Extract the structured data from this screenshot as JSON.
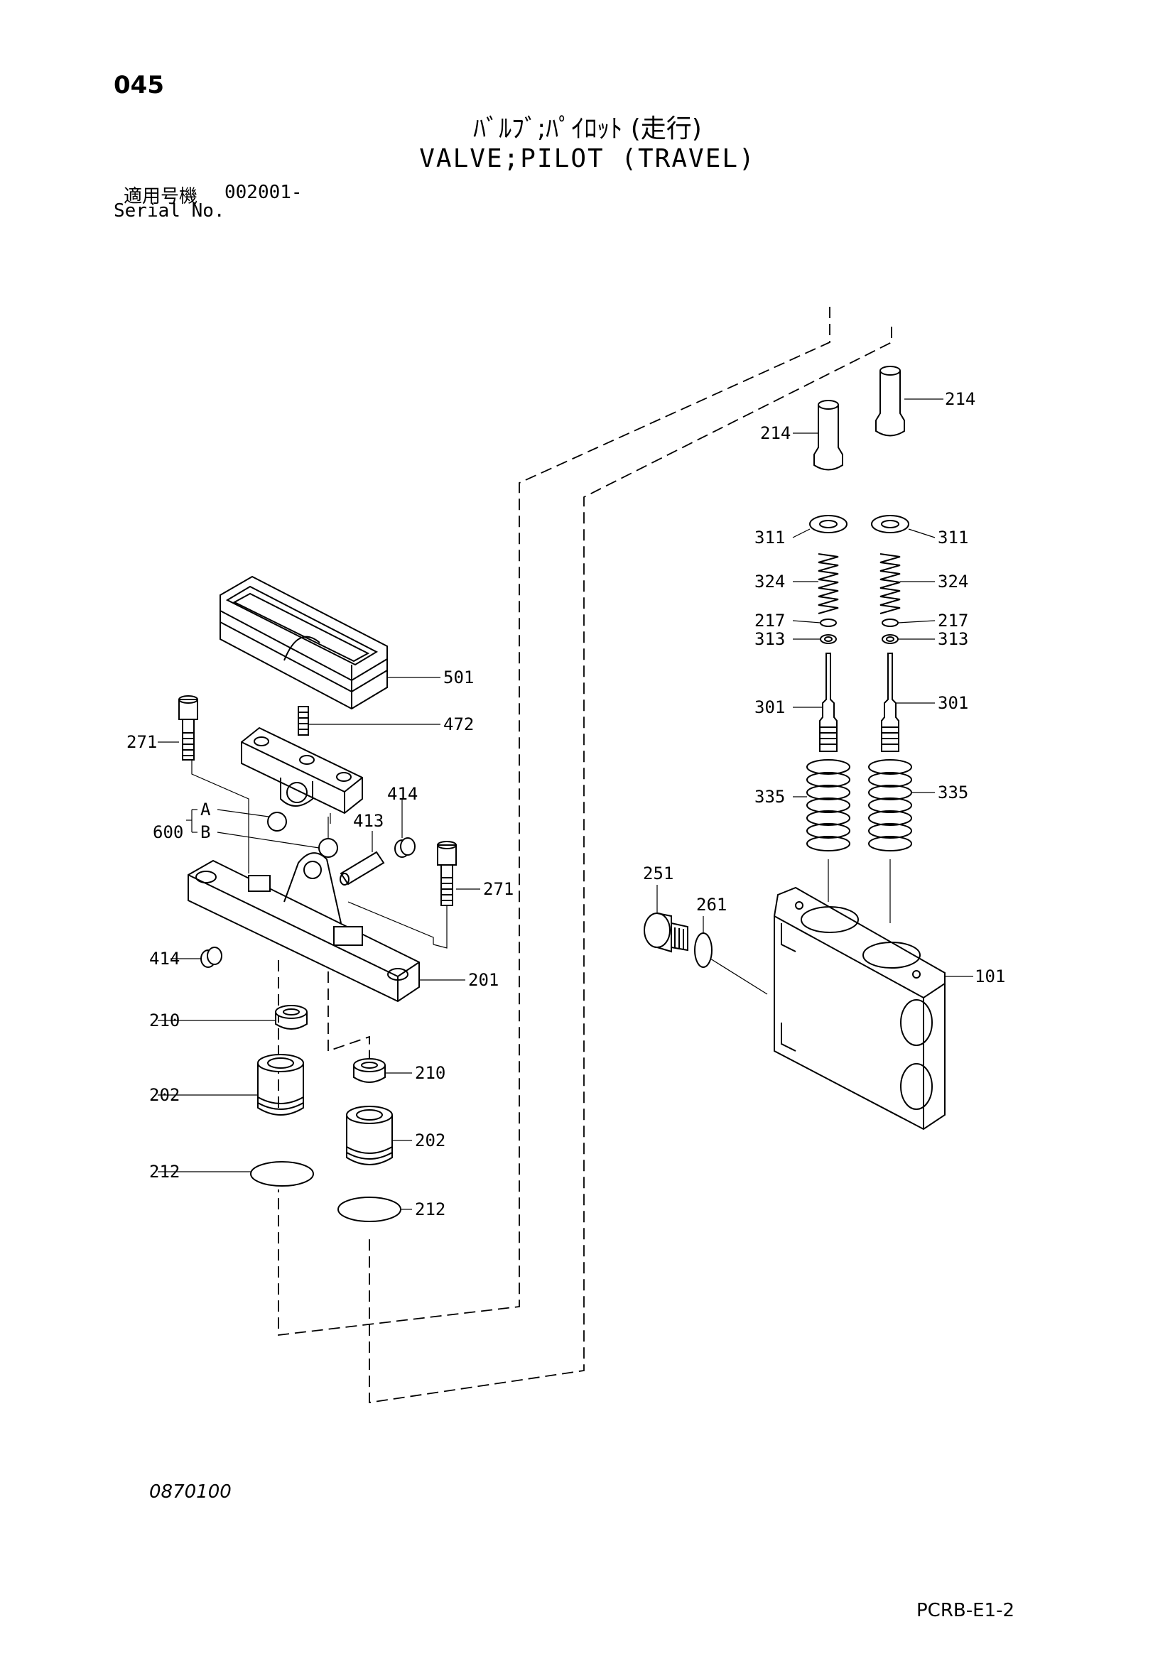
{
  "header": {
    "page_number": "045",
    "title_jp": "ﾊﾞﾙﾌﾞ;ﾊﾟｲﾛｯﾄ (走行)",
    "title_en": "VALVE;PILOT (TRAVEL)",
    "serial_label_jp": "適用号機",
    "serial_value": "002001-",
    "serial_label_en": "Serial No."
  },
  "callouts": {
    "p101": "101",
    "p201": "201",
    "p202a": "202",
    "p202b": "202",
    "p210a": "210",
    "p210b": "210",
    "p212a": "212",
    "p212b": "212",
    "p214a": "214",
    "p214b": "214",
    "p217a": "217",
    "p217b": "217",
    "p251": "251",
    "p261": "261",
    "p271a": "271",
    "p271b": "271",
    "p301a": "301",
    "p301b": "301",
    "p311a": "311",
    "p311b": "311",
    "p313a": "313",
    "p313b": "313",
    "p324a": "324",
    "p324b": "324",
    "p335a": "335",
    "p335b": "335",
    "p413": "413",
    "p414a": "414",
    "p414b": "414",
    "p472": "472",
    "p501": "501",
    "p600": "600",
    "pA": "A",
    "pB": "B"
  },
  "footer": {
    "drawing_code": "0870100",
    "catalog_code": "PCRB-E1-2"
  }
}
